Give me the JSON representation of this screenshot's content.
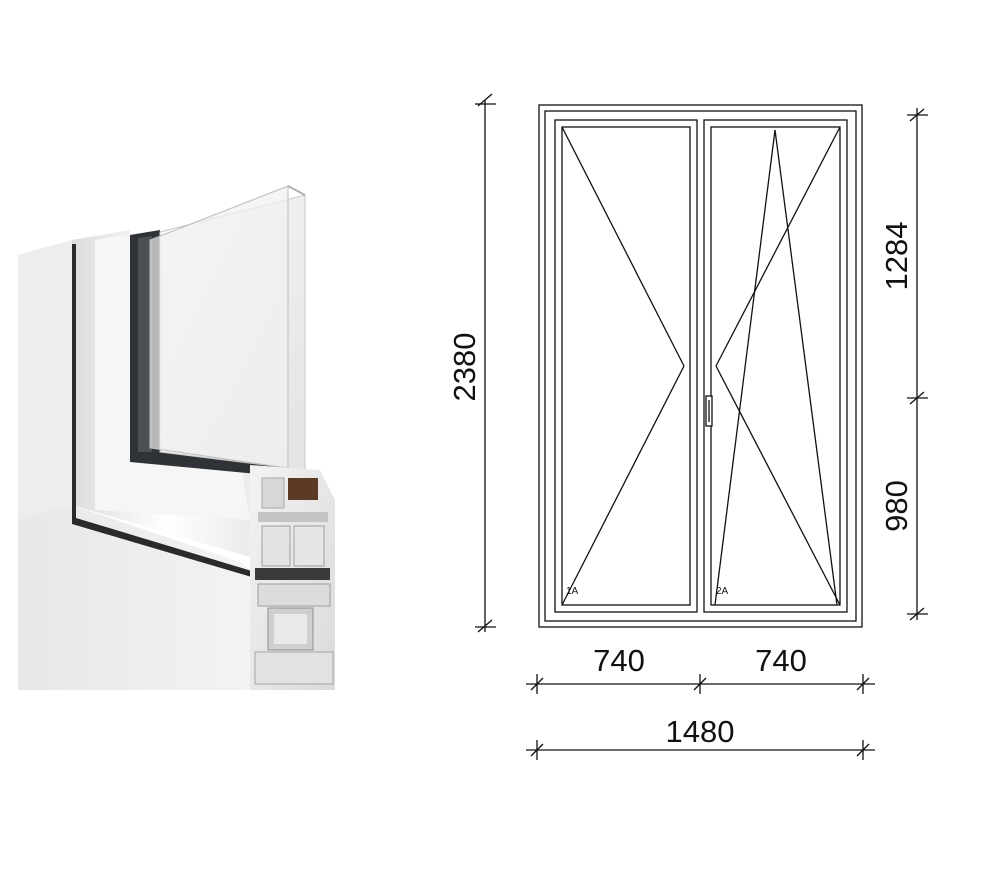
{
  "profile_image": {
    "icon": "pvc-window-profile-cross-section-icon"
  },
  "drawing": {
    "dimensions": {
      "total_height": "2380",
      "upper_height": "1284",
      "lower_height": "980",
      "left_width": "740",
      "right_width": "740",
      "total_width": "1480"
    },
    "sash_labels": {
      "left": "1A",
      "right": "2A"
    }
  }
}
